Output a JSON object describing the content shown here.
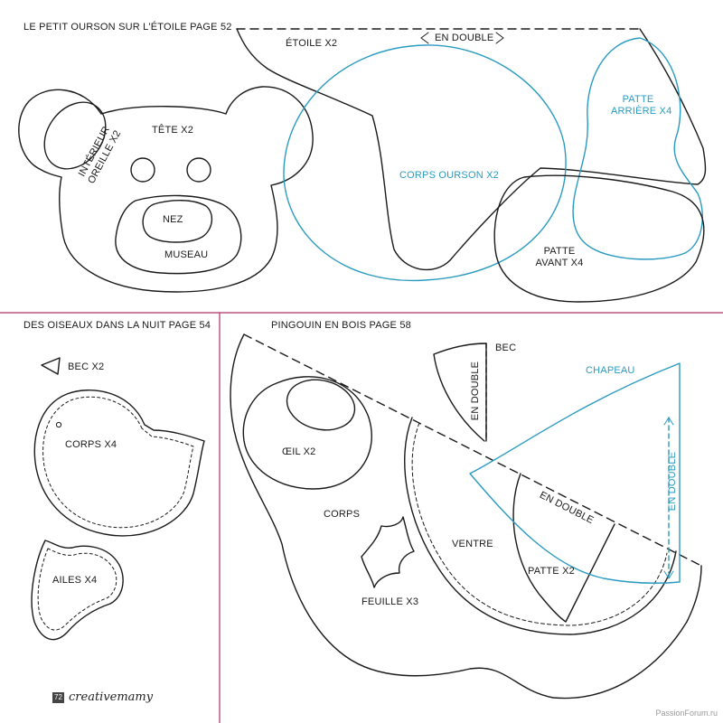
{
  "sections": {
    "ourson": "LE PETIT OURSON SUR L'ÉTOILE PAGE 52",
    "oiseaux": "DES OISEAUX DANS LA NUIT PAGE 54",
    "pingouin": "PINGOUIN EN BOIS PAGE 58"
  },
  "labels": {
    "etoile": "ÉTOILE X2",
    "en_double_top": "EN DOUBLE",
    "tete": "TÊTE X2",
    "interieur_oreille_1": "INTÉRIEUR",
    "interieur_oreille_2": "OREILLE X2",
    "nez": "NEZ",
    "museau": "MUSEAU",
    "corps_ourson": "CORPS OURSON X2",
    "patte_arriere_1": "PATTE",
    "patte_arriere_2": "ARRIÈRE X4",
    "patte_avant_1": "PATTE",
    "patte_avant_2": "AVANT X4",
    "bec_oiseau": "BEC X2",
    "corps_oiseau": "CORPS X4",
    "ailes": "AILES X4",
    "bec_pingouin": "BEC",
    "en_double_bec": "EN DOUBLE",
    "chapeau": "CHAPEAU",
    "en_double_chapeau": "EN DOUBLE",
    "oeil": "ŒIL X2",
    "corps_pingouin": "CORPS",
    "ventre": "VENTRE",
    "en_double_ventre": "EN DOUBLE",
    "patte_pingouin": "PATTE X2",
    "feuille": "FEUILLE X3"
  },
  "footer": {
    "page_number": "72",
    "brand": "creativemamy",
    "watermark": "PassionForum.ru"
  },
  "colors": {
    "line": "#1a1a1a",
    "blue": "#2a9bc0",
    "divider": "#b0306a"
  }
}
